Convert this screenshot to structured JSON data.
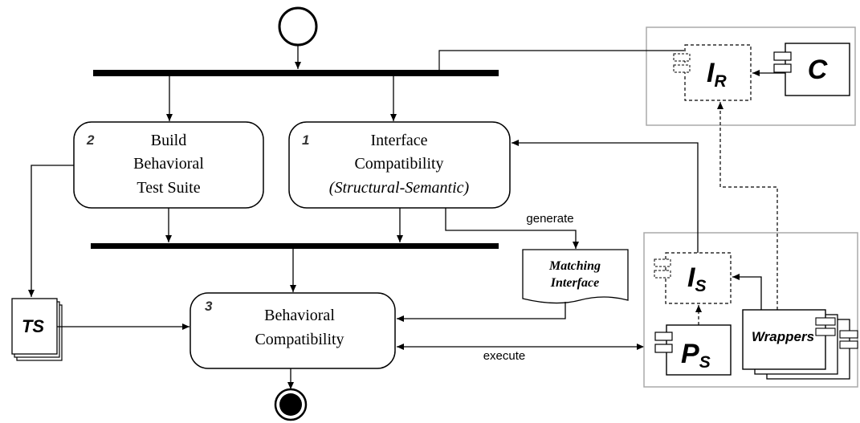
{
  "activities": {
    "build": {
      "number": "2",
      "line1": "Build",
      "line2": "Behavioral",
      "line3": "Test Suite"
    },
    "interface": {
      "number": "1",
      "line1": "Interface",
      "line2": "Compatibility",
      "line3": "(Structural-Semantic)"
    },
    "behavioral": {
      "number": "3",
      "line1": "Behavioral",
      "line2": "Compatibility"
    }
  },
  "artifacts": {
    "matching_interface": {
      "line1": "Matching",
      "line2": "Interface"
    },
    "test_suite": "TS"
  },
  "components": {
    "ir": {
      "main": "I",
      "sub": "R"
    },
    "c": "C",
    "is": {
      "main": "I",
      "sub": "S"
    },
    "ps": {
      "main": "P",
      "sub": "S"
    },
    "wrappers": "Wrappers"
  },
  "edge_labels": {
    "generate": "generate",
    "execute": "execute"
  }
}
